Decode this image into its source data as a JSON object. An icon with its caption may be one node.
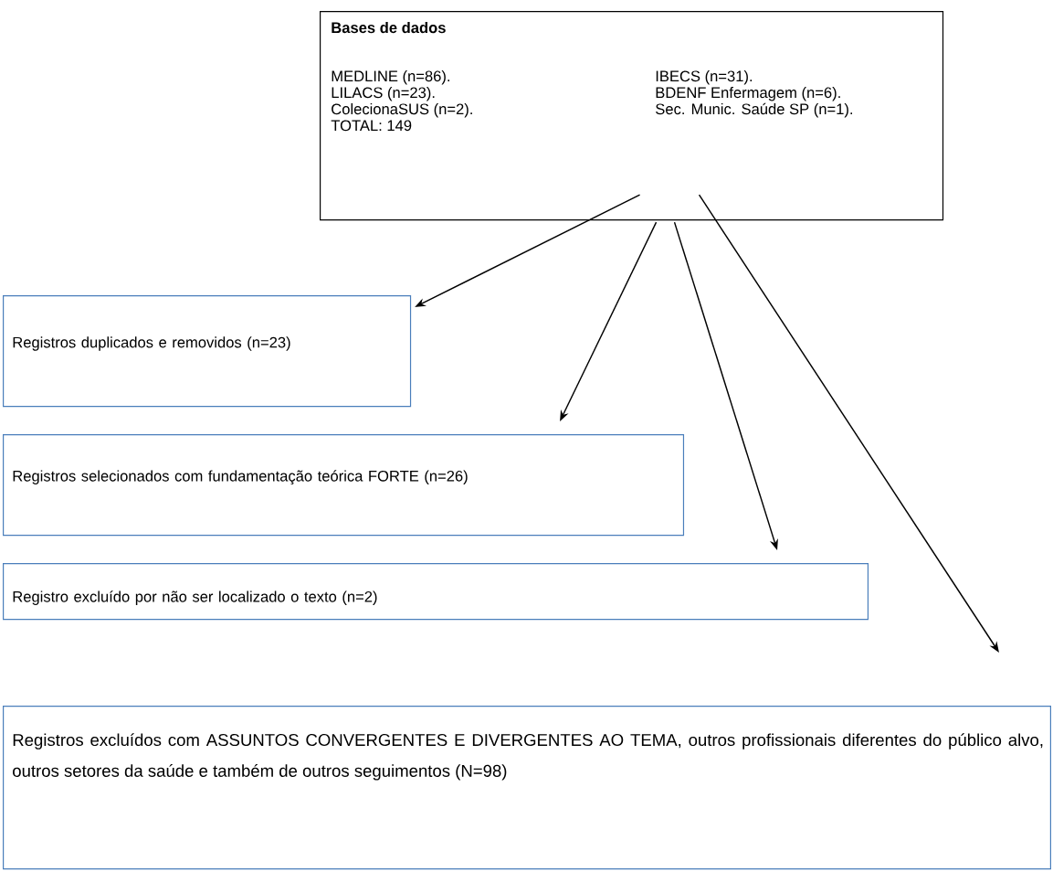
{
  "diagram": {
    "nodes": [
      {
        "text": [
          "Bases de dados",
          "MEDLINE (n=86).",
          "IBECS (n=31).",
          "LILACS (n=23).",
          "BDENF Enfermagem (n=6).",
          "ColecionaSUS (n=2).",
          "Sec. Munic. Saúde SP (n=1).",
          "TOTAL: 149"
        ]
      },
      {
        "text": [
          "Registros duplicados e removidos (n=23)"
        ]
      },
      {
        "text": [
          "Registros selecionados com fundamentação teórica FORTE (n=26)"
        ]
      },
      {
        "text": [
          "Registro excluído por não ser localizado o texto (n=2)"
        ]
      },
      {
        "text": [
          "Registros excluídos com ASSUNTOS CONVERGENTES E DIVERGENTES AO TEMA, outros profissionais diferentes do público alvo, outros setores da saúde e também de outros seguimentos (N=98)"
        ]
      }
    ],
    "edges": [
      {
        "from": 0,
        "to": 1,
        "arrow": "to"
      },
      {
        "from": 0,
        "to": 2,
        "arrow": "to"
      },
      {
        "from": 0,
        "to": 3,
        "arrow": "to"
      },
      {
        "from": 0,
        "to": 4,
        "arrow": "to"
      }
    ]
  }
}
